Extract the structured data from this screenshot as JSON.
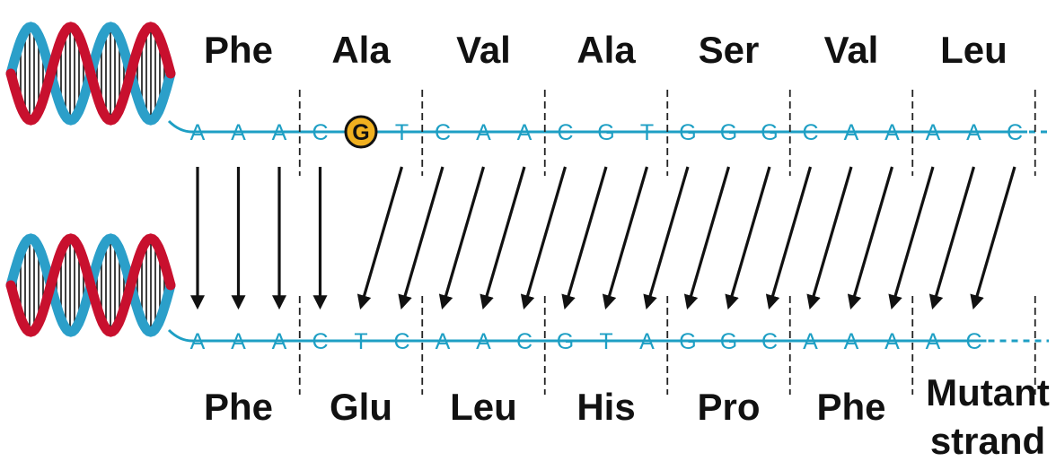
{
  "colors": {
    "strand": "#1e9fc4",
    "helix_red": "#c8102e",
    "helix_blue": "#2b9fc9",
    "highlight_fill": "#f0b020",
    "arrow": "#111111",
    "text": "#111111"
  },
  "original": {
    "amino_acids": [
      "Phe",
      "Ala",
      "Val",
      "Ala",
      "Ser",
      "Val",
      "Leu"
    ],
    "bases": [
      "A",
      "A",
      "A",
      "C",
      "G",
      "T",
      "C",
      "A",
      "A",
      "C",
      "G",
      "T",
      "G",
      "G",
      "G",
      "C",
      "A",
      "A",
      "A",
      "A",
      "C"
    ],
    "highlighted_index": 4
  },
  "mutant": {
    "amino_acids": [
      "Phe",
      "Glu",
      "Leu",
      "His",
      "Pro",
      "Phe"
    ],
    "bases": [
      "A",
      "A",
      "A",
      "C",
      "T",
      "C",
      "A",
      "A",
      "C",
      "G",
      "T",
      "A",
      "G",
      "G",
      "C",
      "A",
      "A",
      "A",
      "A",
      "C"
    ],
    "label_line1": "Mutant",
    "label_line2": "strand"
  }
}
